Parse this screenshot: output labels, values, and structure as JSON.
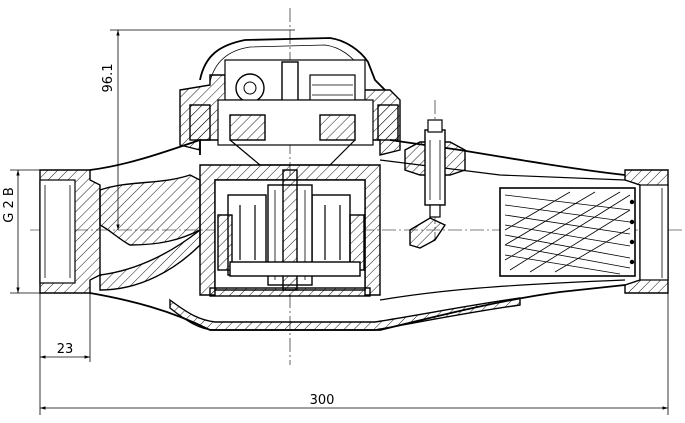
{
  "dimensions": {
    "height_dim": "96.1",
    "thread_dim": "G 2 B",
    "offset_dim": "23",
    "length_dim": "300"
  },
  "colors": {
    "line": "#000000",
    "background": "#ffffff"
  }
}
